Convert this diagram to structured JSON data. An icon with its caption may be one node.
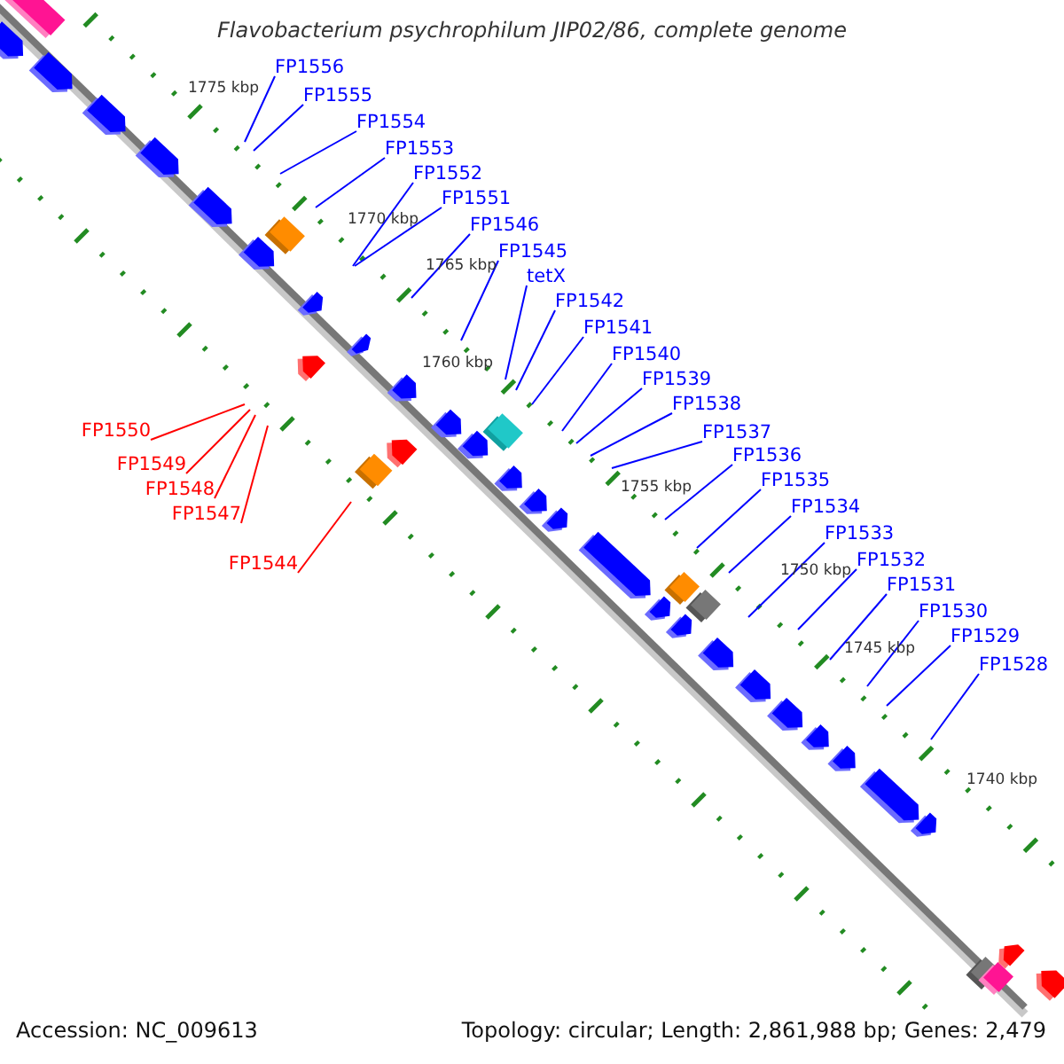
{
  "diagram": {
    "title": "Flavobacterium psychrophilum JIP02/86, complete genome",
    "nodes": [
      {
        "text": [
          "FP1556"
        ]
      },
      {
        "text": [
          "FP1555"
        ]
      },
      {
        "text": [
          "FP1554"
        ]
      },
      {
        "text": [
          "FP1553"
        ]
      },
      {
        "text": [
          "FP1552"
        ]
      },
      {
        "text": [
          "FP1551"
        ]
      },
      {
        "text": [
          "FP1546"
        ]
      },
      {
        "text": [
          "FP1545"
        ]
      },
      {
        "text": [
          "tetX"
        ]
      },
      {
        "text": [
          "FP1542"
        ]
      },
      {
        "text": [
          "FP1541"
        ]
      },
      {
        "text": [
          "FP1540"
        ]
      },
      {
        "text": [
          "FP1539"
        ]
      },
      {
        "text": [
          "FP1538"
        ]
      },
      {
        "text": [
          "FP1537"
        ]
      },
      {
        "text": [
          "FP1536"
        ]
      },
      {
        "text": [
          "FP1535"
        ]
      },
      {
        "text": [
          "FP1534"
        ]
      },
      {
        "text": [
          "FP1533"
        ]
      },
      {
        "text": [
          "FP1532"
        ]
      },
      {
        "text": [
          "FP1531"
        ]
      },
      {
        "text": [
          "FP1530"
        ]
      },
      {
        "text": [
          "FP1529"
        ]
      },
      {
        "text": [
          "FP1528"
        ]
      },
      {
        "text": [
          "FP1550"
        ]
      },
      {
        "text": [
          "FP1549"
        ]
      },
      {
        "text": [
          "FP1548"
        ]
      },
      {
        "text": [
          "FP1547"
        ]
      },
      {
        "text": [
          "FP1544"
        ]
      }
    ],
    "edges": [
      {
        "from": 0,
        "to": null,
        "arrow": "none"
      },
      {
        "from": 1,
        "to": null,
        "arrow": "none"
      },
      {
        "from": 2,
        "to": null,
        "arrow": "none"
      },
      {
        "from": 3,
        "to": null,
        "arrow": "none"
      },
      {
        "from": 4,
        "to": null,
        "arrow": "none"
      },
      {
        "from": 5,
        "to": null,
        "arrow": "none"
      },
      {
        "from": 6,
        "to": null,
        "arrow": "none"
      },
      {
        "from": 7,
        "to": null,
        "arrow": "none"
      },
      {
        "from": 8,
        "to": null,
        "arrow": "none"
      },
      {
        "from": 9,
        "to": null,
        "arrow": "none"
      },
      {
        "from": 10,
        "to": null,
        "arrow": "none"
      },
      {
        "from": 11,
        "to": null,
        "arrow": "none"
      },
      {
        "from": 12,
        "to": null,
        "arrow": "none"
      },
      {
        "from": 13,
        "to": null,
        "arrow": "none"
      },
      {
        "from": 14,
        "to": null,
        "arrow": "none"
      },
      {
        "from": 15,
        "to": null,
        "arrow": "none"
      },
      {
        "from": 16,
        "to": null,
        "arrow": "none"
      },
      {
        "from": 17,
        "to": null,
        "arrow": "none"
      },
      {
        "from": 18,
        "to": null,
        "arrow": "none"
      },
      {
        "from": 19,
        "to": null,
        "arrow": "none"
      },
      {
        "from": 20,
        "to": null,
        "arrow": "none"
      },
      {
        "from": 21,
        "to": null,
        "arrow": "none"
      },
      {
        "from": 22,
        "to": null,
        "arrow": "none"
      },
      {
        "from": 23,
        "to": null,
        "arrow": "none"
      },
      {
        "from": 24,
        "to": null,
        "arrow": "none",
        "color": "#ff0000"
      },
      {
        "from": 25,
        "to": null,
        "arrow": "none",
        "color": "#ff0000"
      },
      {
        "from": 26,
        "to": null,
        "arrow": "none",
        "color": "#ff0000"
      },
      {
        "from": 27,
        "to": null,
        "arrow": "none",
        "color": "#ff0000"
      },
      {
        "from": 28,
        "to": null,
        "arrow": "none",
        "color": "#ff0000"
      }
    ],
    "labels": [
      "1775 kbp",
      "1770 kbp",
      "1765 kbp",
      "1760 kbp",
      "1755 kbp",
      "1750 kbp",
      "1745 kbp",
      "1740 kbp",
      "Accession: NC_009613",
      "Topology: circular; Length: 2,861,988 bp; Genes: 2,479"
    ]
  }
}
